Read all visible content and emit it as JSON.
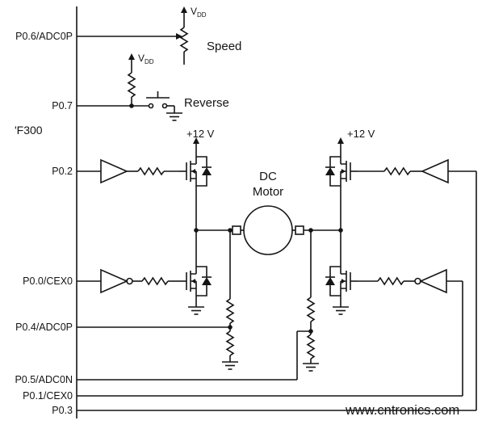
{
  "colors": {
    "wire": "#151515",
    "background": "#ffffff",
    "watermark_green": "#72bf44"
  },
  "mcu": {
    "name": "'F300",
    "pins": [
      {
        "label": "P0.6/ADC0P"
      },
      {
        "label": "P0.7"
      },
      {
        "label": "P0.2"
      },
      {
        "label": "P0.0/CEX0"
      },
      {
        "label": "P0.4/ADC0P"
      },
      {
        "label": "P0.5/ADC0N"
      },
      {
        "label": "P0.1/CEX0"
      },
      {
        "label": "P0.3"
      }
    ]
  },
  "labels": {
    "speed": "Speed",
    "reverse": "Reverse",
    "motor_line1": "DC",
    "motor_line2": "Motor",
    "supply_12v": "+12 V",
    "vdd_main": "V",
    "vdd_sub": "DD"
  },
  "watermark": {
    "text": "www.cntronics.com",
    "color": "#72bf44"
  }
}
